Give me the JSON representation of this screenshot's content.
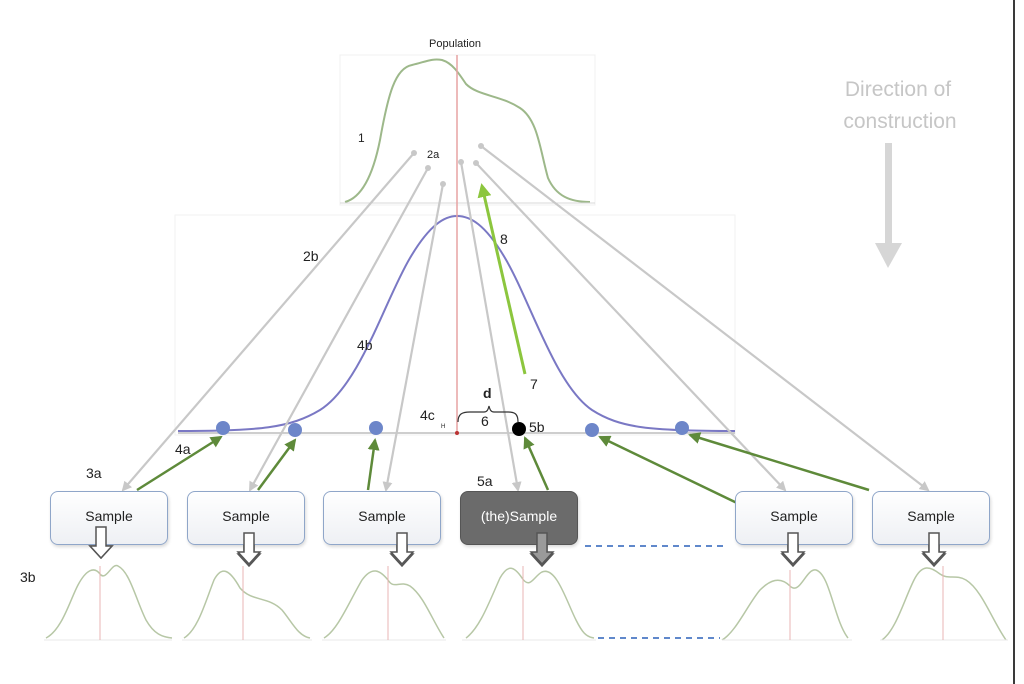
{
  "population_title": "Population",
  "direction_line1": "Direction of",
  "direction_line2": "construction",
  "labels": {
    "l1": "1",
    "l2a": "2a",
    "l2b": "2b",
    "l3a": "3a",
    "l3b": "3b",
    "l4a": "4a",
    "l4b": "4b",
    "l4c": "4c",
    "l4c_sub": "H",
    "l5a": "5a",
    "l5b": "5b",
    "l6": "6",
    "l7": "7",
    "l8": "8",
    "d": "d"
  },
  "samples": [
    "Sample",
    "Sample",
    "Sample",
    "(the)Sample",
    "Sample",
    "Sample"
  ],
  "colors": {
    "population_curve": "#9db88a",
    "normal_curve": "#7a78c4",
    "red_line": "#e7a3a3",
    "grey_arrow": "#c8c8c8",
    "green_arrow": "#5e8a3a",
    "light_green_arrow": "#8cc63e",
    "dot_blue": "#6d86c9",
    "dashed_blue": "#4a77c4"
  }
}
